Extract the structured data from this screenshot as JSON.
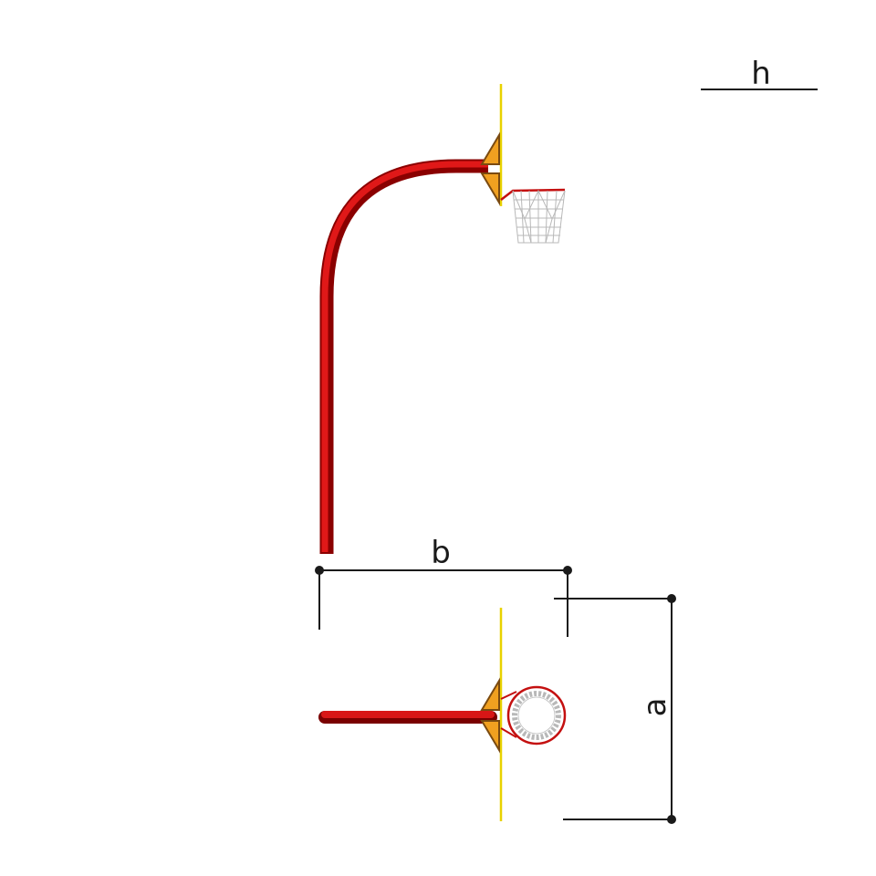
{
  "labels": {
    "height": "h",
    "reach": "b",
    "width": "a"
  },
  "colors": {
    "pole": "#cc1111",
    "pole_dark": "#7a0000",
    "board": "#e8d200",
    "bracket": "#f0a020",
    "bracket_dark": "#7a4a10",
    "rim": "#c41010",
    "net": "#b8b8b8",
    "dimension": "#1a1a1a"
  }
}
